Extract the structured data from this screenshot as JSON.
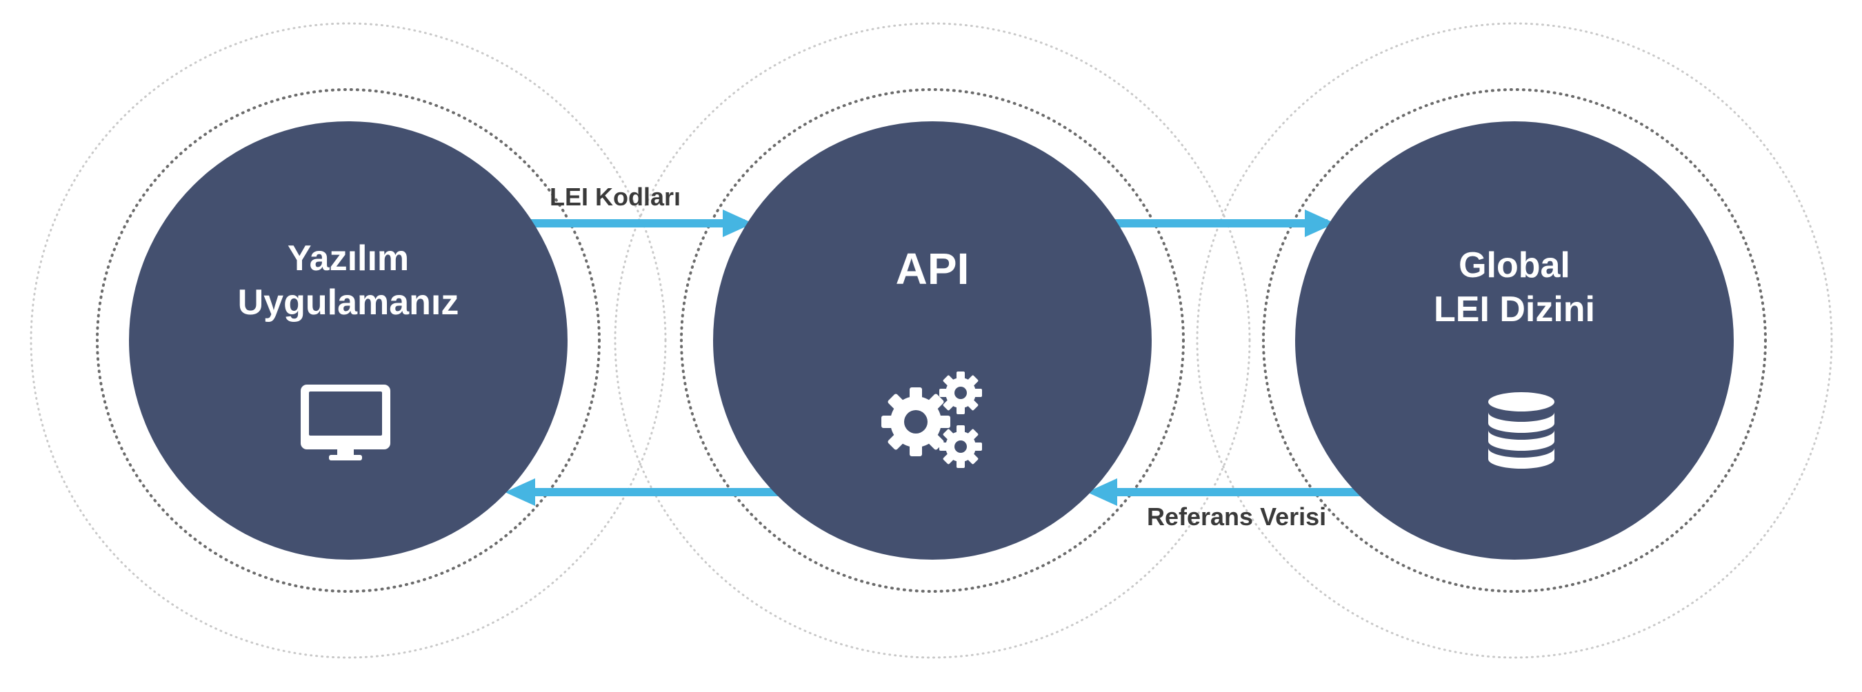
{
  "colors": {
    "node_fill": "#44506f",
    "arrow": "#45b5e2",
    "ring_dark": "#6b6b6b",
    "ring_light": "#c9c9c9",
    "icon": "#ffffff",
    "label_text": "#3a3a3a"
  },
  "nodes": [
    {
      "id": "software",
      "title_lines": [
        "Yazılım",
        "Uygulamanız"
      ],
      "icon": "monitor-icon"
    },
    {
      "id": "api",
      "title_lines": [
        "API"
      ],
      "icon": "gears-icon"
    },
    {
      "id": "directory",
      "title_lines": [
        "Global",
        "LEI Dizini"
      ],
      "icon": "database-icon"
    }
  ],
  "edges": [
    {
      "from": "software",
      "to": "api",
      "direction": "right",
      "label": "LEI Kodları"
    },
    {
      "from": "api",
      "to": "directory",
      "direction": "right",
      "label": ""
    },
    {
      "from": "directory",
      "to": "api",
      "direction": "left",
      "label": "Referans Verisi"
    },
    {
      "from": "api",
      "to": "software",
      "direction": "left",
      "label": ""
    }
  ]
}
